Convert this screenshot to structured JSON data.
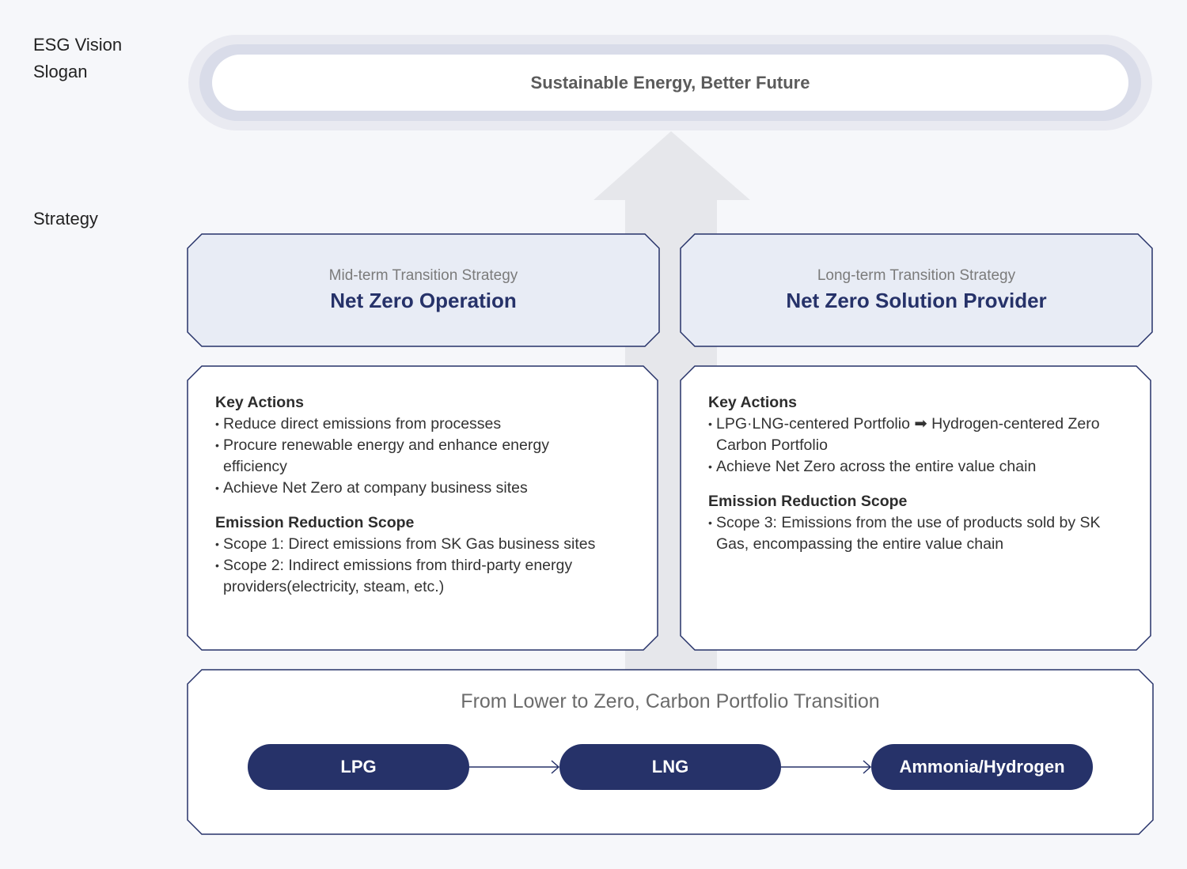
{
  "labels": {
    "vision_line1": "ESG Vision",
    "vision_line2": "Slogan",
    "strategy": "Strategy"
  },
  "slogan": "Sustainable Energy, Better Future",
  "mid_term": {
    "subtitle": "Mid-term Transition Strategy",
    "title": "Net Zero Operation",
    "key_actions_title": "Key Actions",
    "key_actions": [
      "Reduce direct emissions from processes",
      "Procure renewable energy and enhance energy efficiency",
      "Achieve Net Zero at company business sites"
    ],
    "scope_title": "Emission Reduction Scope",
    "scope_items": [
      "Scope 1: Direct emissions from SK Gas business sites",
      "Scope 2: Indirect emissions from third-party energy providers(electricity, steam, etc.)"
    ]
  },
  "long_term": {
    "subtitle": "Long-term Transition Strategy",
    "title": "Net Zero Solution Provider",
    "key_actions_title": "Key Actions",
    "key_actions": [
      "LPG·LNG-centered Portfolio ➡ Hydrogen-centered Zero Carbon Portfolio",
      "Achieve Net Zero across the entire value chain"
    ],
    "scope_title": "Emission Reduction Scope",
    "scope_items": [
      "Scope 3: Emissions from the use of products sold by SK Gas, encompassing the entire value chain"
    ]
  },
  "transition": {
    "title": "From Lower to Zero, Carbon Portfolio Transition",
    "steps": [
      "LPG",
      "LNG",
      "Ammonia/Hydrogen"
    ]
  },
  "colors": {
    "navy": "#263269",
    "header_fill": "#e8ecf5",
    "arrow_fill": "#e6e7eb"
  }
}
